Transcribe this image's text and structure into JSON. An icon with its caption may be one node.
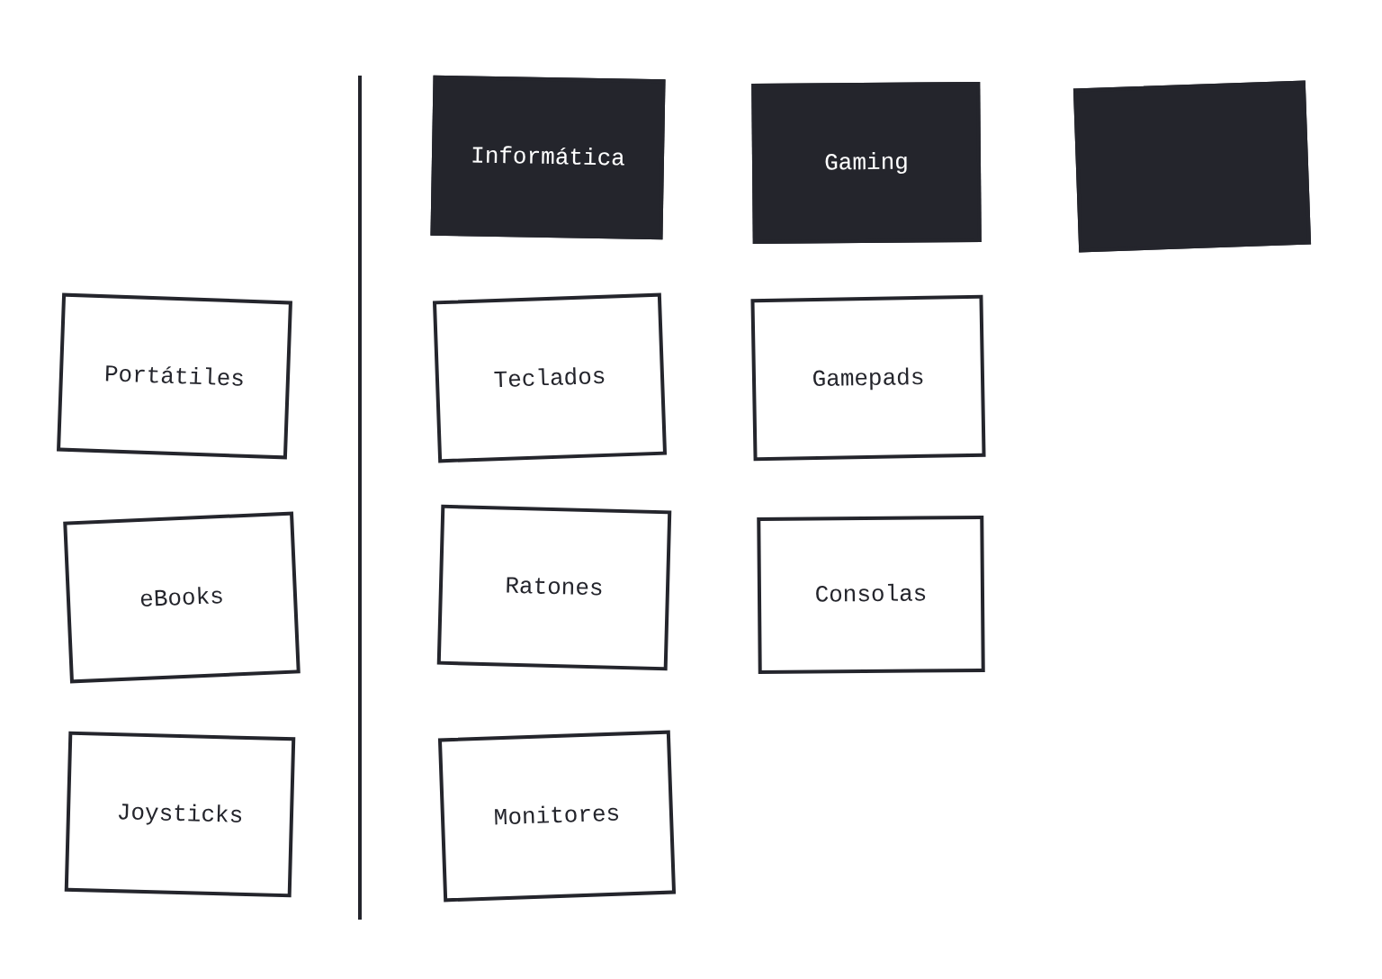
{
  "diagram": {
    "nodes": [
      {
        "text": [
          "Informática"
        ]
      },
      {
        "text": [
          "Gaming"
        ]
      },
      {
        "text": [],
        "shape": "box"
      },
      {
        "text": [
          "Portátiles"
        ]
      },
      {
        "text": [
          "Teclados"
        ]
      },
      {
        "text": [
          "Gamepads"
        ]
      },
      {
        "text": [
          "eBooks"
        ]
      },
      {
        "text": [
          "Ratones"
        ]
      },
      {
        "text": [
          "Consolas"
        ]
      },
      {
        "text": [
          "Joysticks"
        ]
      },
      {
        "text": [
          "Monitores"
        ]
      }
    ]
  }
}
